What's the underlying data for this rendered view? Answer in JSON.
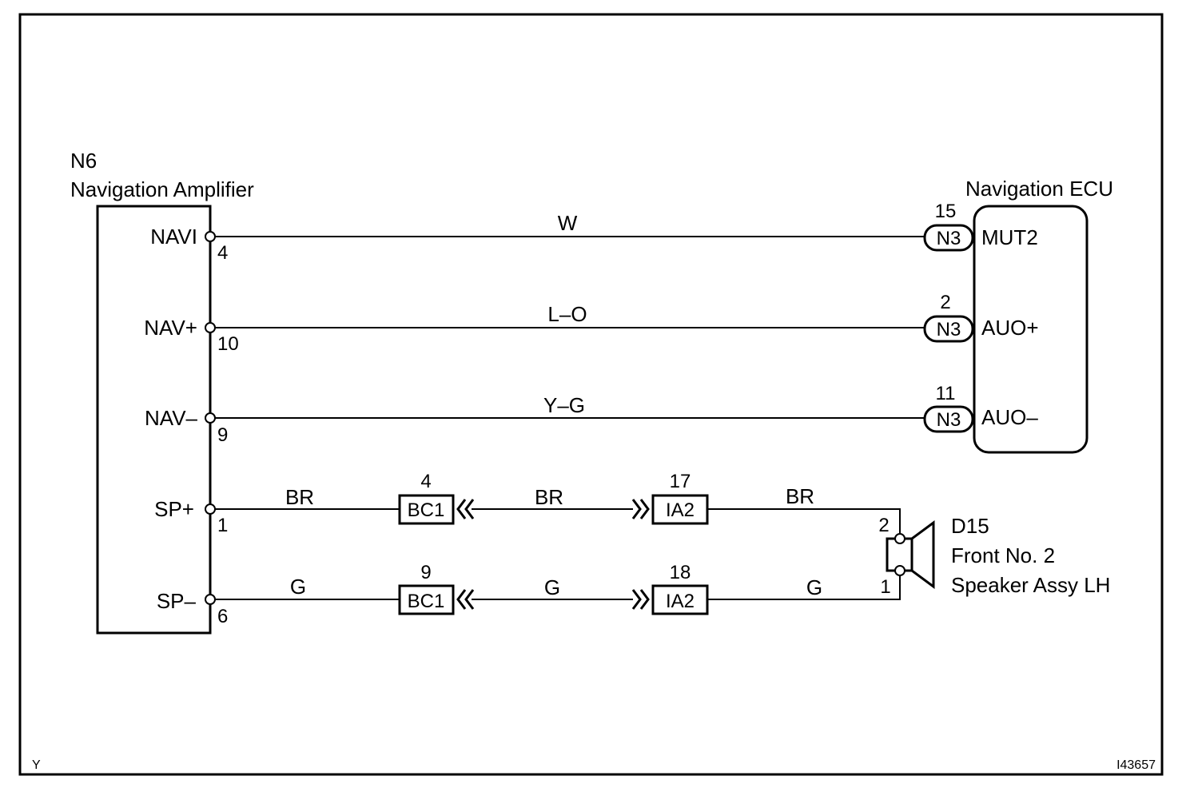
{
  "frame": {
    "corner_left": "Y",
    "corner_right": "I43657"
  },
  "amplifier": {
    "code": "N6",
    "name": "Navigation Amplifier"
  },
  "ecu": {
    "name": "Navigation ECU"
  },
  "speaker": {
    "code": "D15",
    "line1": "Front No. 2",
    "line2": "Speaker Assy LH",
    "pin_top": "2",
    "pin_bottom": "1"
  },
  "circuits": [
    {
      "amp_terminal": "NAVI",
      "amp_pin": "4",
      "wire_color": "W",
      "ecu_connector": "N3",
      "ecu_pin": "15",
      "ecu_terminal": "MUT2"
    },
    {
      "amp_terminal": "NAV+",
      "amp_pin": "10",
      "wire_color": "L–O",
      "ecu_connector": "N3",
      "ecu_pin": "2",
      "ecu_terminal": "AUO+"
    },
    {
      "amp_terminal": "NAV–",
      "amp_pin": "9",
      "wire_color": "Y–G",
      "ecu_connector": "N3",
      "ecu_pin": "11",
      "ecu_terminal": "AUO–"
    }
  ],
  "speaker_circuits": [
    {
      "amp_terminal": "SP+",
      "amp_pin": "1",
      "wire1": "BR",
      "conn1": "BC1",
      "conn1_pin": "4",
      "wire2": "BR",
      "conn2": "IA2",
      "conn2_pin": "17",
      "wire3": "BR"
    },
    {
      "amp_terminal": "SP–",
      "amp_pin": "6",
      "wire1": "G",
      "conn1": "BC1",
      "conn1_pin": "9",
      "wire2": "G",
      "conn2": "IA2",
      "conn2_pin": "18",
      "wire3": "G"
    }
  ]
}
